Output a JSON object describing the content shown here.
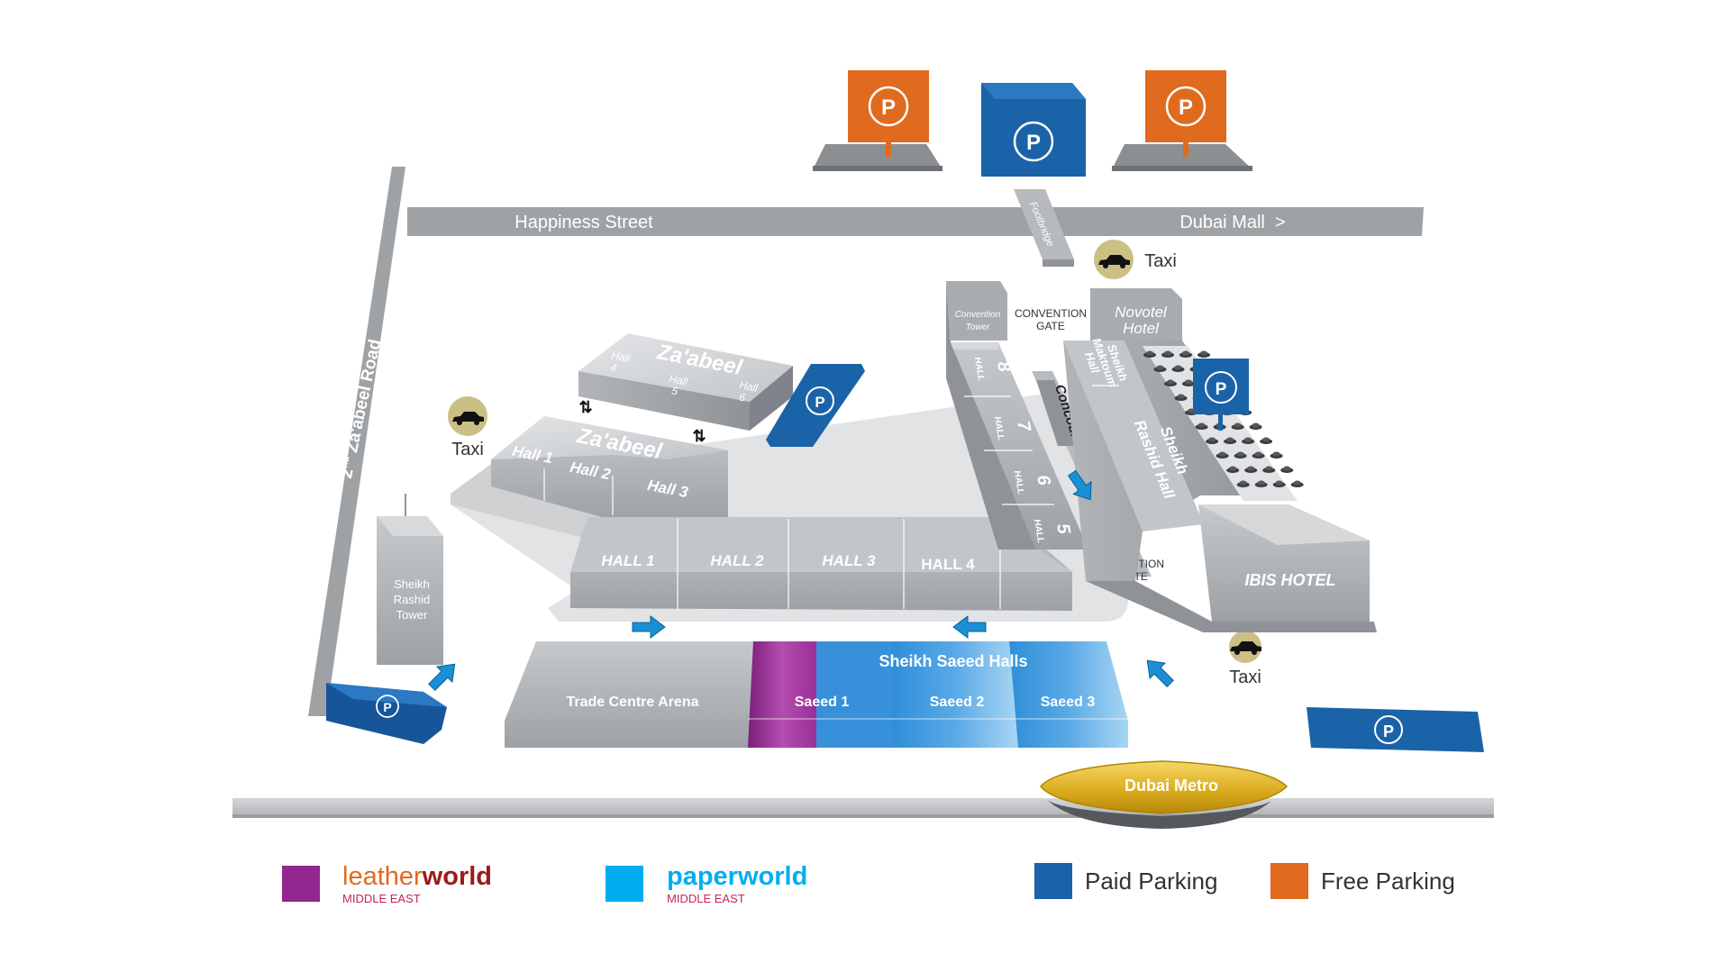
{
  "streets": {
    "happiness": "Happiness Street",
    "dubai_mall": "Dubai Mall  >",
    "zaabeel_road_num": "2",
    "zaabeel_road_sup": "nd",
    "zaabeel_road_rest": " Za'abeel Road",
    "footbridge": "Footbridge"
  },
  "parking": {
    "symbol": "P"
  },
  "taxi": {
    "label": "Taxi"
  },
  "gates": {
    "convention_1": "CONVENTION",
    "convention_2": "GATE",
    "exhibition_1": "EXHIBITION",
    "exhibition_2": "GATE"
  },
  "buildings": {
    "convention_tower_1": "Convention",
    "convention_tower_2": "Tower",
    "novotel_1": "Novotel",
    "novotel_2": "Hotel",
    "maktoum_1": "Sheikh",
    "maktoum_2": "Maktoum",
    "maktoum_3": "Hall",
    "rashid_hall_1": "Sheikh",
    "rashid_hall_2": "Rashid Hall",
    "ibis": "IBIS HOTEL",
    "concourse": "Concourse",
    "rashid_tower_1": "Sheikh",
    "rashid_tower_2": "Rashid",
    "rashid_tower_3": "Tower",
    "trade_centre_arena": "Trade Centre Arena",
    "dubai_metro": "Dubai Metro"
  },
  "zaabeel_upper": {
    "title": "Za'abeel",
    "hall_word": "Hall",
    "halls": [
      "4",
      "5",
      "6"
    ]
  },
  "zaabeel_lower": {
    "title": "Za'abeel",
    "halls": [
      "Hall 1",
      "Hall 2",
      "Hall 3"
    ]
  },
  "main_halls": [
    "HALL 1",
    "HALL 2",
    "HALL 3",
    "HALL 4"
  ],
  "east_halls": {
    "hall_word": "HALL",
    "numbers": [
      "8",
      "7",
      "6",
      "5"
    ]
  },
  "saeed": {
    "title": "Sheikh Saeed Halls",
    "halls": [
      "Saeed 1",
      "Saeed 2",
      "Saeed 3"
    ]
  },
  "legend": {
    "leatherworld": {
      "brand_a": "leather",
      "brand_b": "world",
      "sub": "MIDDLE EAST",
      "color": "#92278f"
    },
    "paperworld": {
      "brand": "paperworld",
      "sub": "MIDDLE EAST",
      "color": "#00aeef"
    },
    "paid_parking": {
      "label": "Paid Parking",
      "color": "#1b63a8"
    },
    "free_parking": {
      "label": "Free Parking",
      "color": "#e06a1e"
    }
  }
}
